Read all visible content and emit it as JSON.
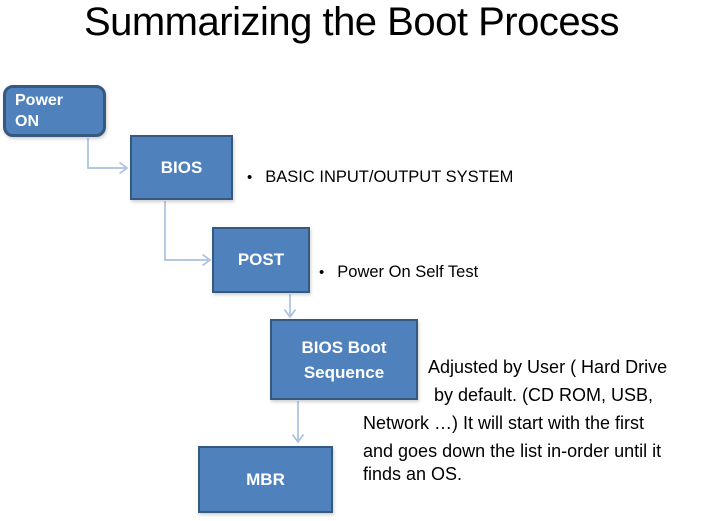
{
  "slide": {
    "title": "Summarizing the Boot Process"
  },
  "flowchart": {
    "nodes": [
      {
        "id": "power-on",
        "label": "Power ON"
      },
      {
        "id": "bios",
        "label": "BIOS"
      },
      {
        "id": "post",
        "label": "POST"
      },
      {
        "id": "bios-boot-sequence",
        "label": "BIOS Boot Sequence"
      },
      {
        "id": "mbr",
        "label": "MBR"
      }
    ],
    "edges": [
      {
        "from": "power-on",
        "to": "bios"
      },
      {
        "from": "bios",
        "to": "post"
      },
      {
        "from": "post",
        "to": "bios-boot-sequence"
      },
      {
        "from": "bios-boot-sequence",
        "to": "mbr"
      }
    ]
  },
  "bullets": [
    {
      "marker": "•",
      "text": "BASIC INPUT/OUTPUT SYSTEM"
    },
    {
      "marker": "•",
      "text": "Power On Self Test"
    }
  ],
  "annotation": {
    "full_text": "Adjusted by User ( Hard Drive by default. (CD ROM, USB, Network …) It will start with the first and goes down the list in-order until it finds an OS.",
    "lines": [
      "Adjusted by User ( Hard Drive",
      "by default. (CD ROM, USB,",
      "Network …) It will start with the first",
      "and goes down the list in-order until it",
      "finds an OS."
    ]
  },
  "colors": {
    "background": "#ffffff",
    "box_fill": "#4f81bd",
    "box_border": "#35597f",
    "box_text": "#ffffff",
    "arrow": "#a9c0df",
    "title_text": "#000000",
    "body_text": "#000000"
  }
}
